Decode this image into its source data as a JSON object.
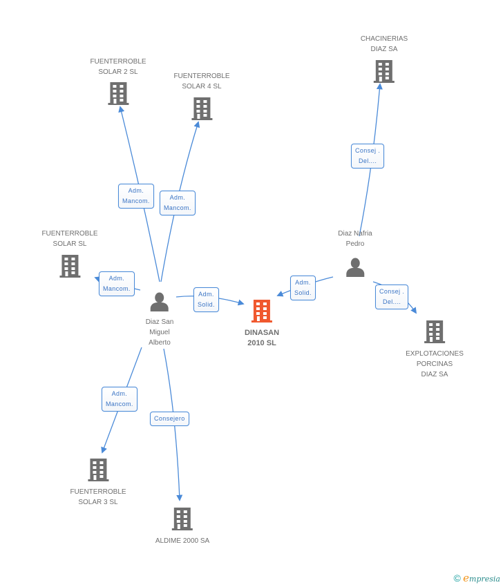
{
  "colors": {
    "edge": "#4a8ad8",
    "building": "#6f6f6f",
    "building_center": "#f0582e",
    "person": "#6f6f6f",
    "label_text": "#6e6e6e",
    "relation_text": "#3a74c4"
  },
  "nodes": [
    {
      "id": "dinasan",
      "type": "company-center",
      "icon": "building-icon",
      "label": [
        "DINASAN",
        "2010 SL"
      ]
    },
    {
      "id": "diaz_san",
      "type": "person",
      "icon": "person-icon",
      "label": [
        "Diaz San",
        "Miguel",
        "Alberto"
      ]
    },
    {
      "id": "diaz_nafria",
      "type": "person",
      "icon": "person-icon",
      "label": [
        "Diaz Nafria",
        "Pedro"
      ]
    },
    {
      "id": "fs2",
      "type": "company",
      "icon": "building-icon",
      "label": [
        "FUENTERROBLE",
        "SOLAR 2 SL"
      ]
    },
    {
      "id": "fs4",
      "type": "company",
      "icon": "building-icon",
      "label": [
        "FUENTERROBLE",
        "SOLAR 4 SL"
      ]
    },
    {
      "id": "fs",
      "type": "company",
      "icon": "building-icon",
      "label": [
        "FUENTERROBLE",
        "SOLAR SL"
      ]
    },
    {
      "id": "fs3",
      "type": "company",
      "icon": "building-icon",
      "label": [
        "FUENTERROBLE",
        "SOLAR 3 SL"
      ]
    },
    {
      "id": "aldime",
      "type": "company",
      "icon": "building-icon",
      "label": [
        "ALDIME 2000 SA"
      ]
    },
    {
      "id": "chacinerias",
      "type": "company",
      "icon": "building-icon",
      "label": [
        "CHACINERIAS",
        "DIAZ SA"
      ]
    },
    {
      "id": "explotaciones",
      "type": "company",
      "icon": "building-icon",
      "label": [
        "EXPLOTACIONES",
        "PORCINAS",
        "DIAZ SA"
      ]
    }
  ],
  "relations": [
    {
      "from": "diaz_san",
      "to": "fs2",
      "label": [
        "Adm.",
        "Mancom."
      ]
    },
    {
      "from": "diaz_san",
      "to": "fs4",
      "label": [
        "Adm.",
        "Mancom."
      ]
    },
    {
      "from": "diaz_san",
      "to": "fs",
      "label": [
        "Adm.",
        "Mancom."
      ]
    },
    {
      "from": "diaz_san",
      "to": "dinasan",
      "label": [
        "Adm.",
        "Solid."
      ]
    },
    {
      "from": "diaz_san",
      "to": "fs3",
      "label": [
        "Adm.",
        "Mancom."
      ]
    },
    {
      "from": "diaz_san",
      "to": "aldime",
      "label": [
        "Consejero"
      ]
    },
    {
      "from": "diaz_nafria",
      "to": "dinasan",
      "label": [
        "Adm.",
        "Solid."
      ]
    },
    {
      "from": "diaz_nafria",
      "to": "chacinerias",
      "label": [
        "Consej .",
        "Del...."
      ]
    },
    {
      "from": "diaz_nafria",
      "to": "explotaciones",
      "label": [
        "Consej .",
        "Del...."
      ]
    }
  ],
  "footer": {
    "copyright": "©",
    "brand_initial": "e",
    "brand_rest": "mpresia"
  }
}
